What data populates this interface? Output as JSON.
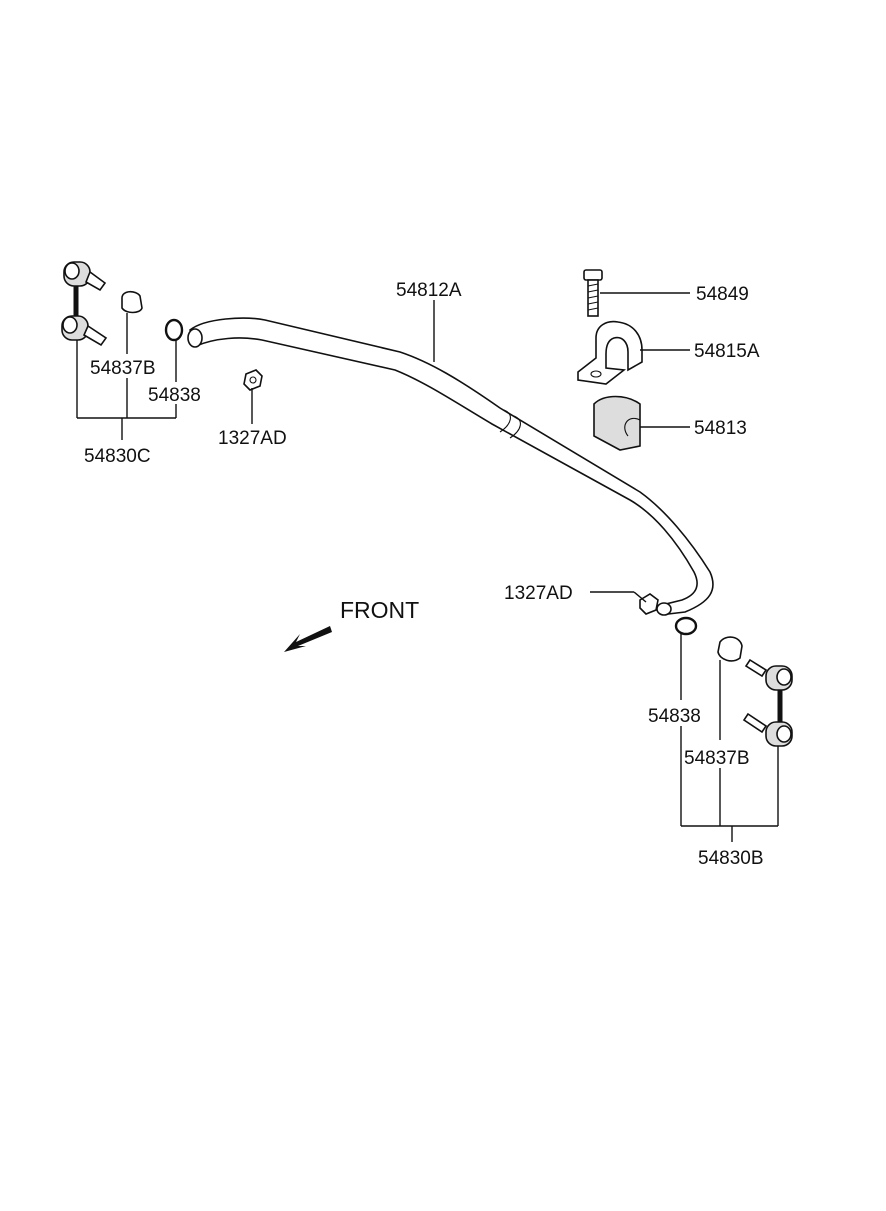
{
  "labels": {
    "stabilizer_bar": "54812A",
    "bolt": "54849",
    "bracket": "54815A",
    "bushing": "54813",
    "link_left_assy": "54830C",
    "link_left_bushing": "54837B",
    "link_left_washer": "54838",
    "nut_left": "1327AD",
    "nut_right": "1327AD",
    "link_right_washer": "54838",
    "link_right_bushing": "54837B",
    "link_right_assy": "54830B",
    "front": "FRONT"
  }
}
